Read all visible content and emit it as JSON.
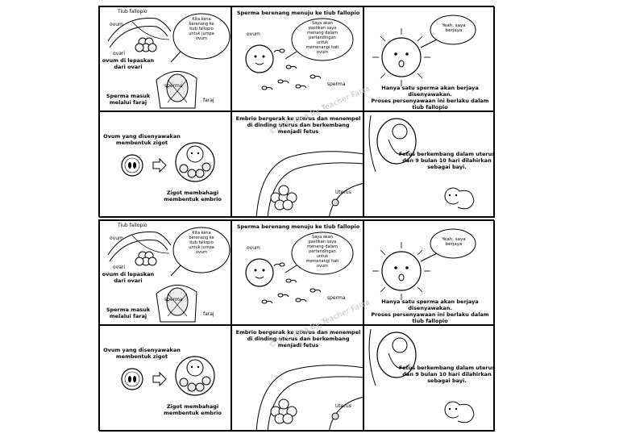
{
  "watermark": "©DPC Idea By Teacher Faiza",
  "p1": {
    "tiub": "Tiub fallopio",
    "ovum_label": "ovum",
    "ovari_label": "ovari",
    "bubble": "Kita kena\nberenang ke\ntiub fallopio\nuntuk jumpa\novum",
    "caption_a": "ovum di lepaskan\ndari ovari",
    "sperma_label": "sperma",
    "faraj_label": "faraj",
    "caption_b": "Sperma masuk\nmelalui faraj"
  },
  "p2": {
    "title": "Sperma berenang menuju ke tiub fallopio",
    "ovum_label": "ovum",
    "bubble": "Saya akan\npastikan saya\nmenang dalam\npertandingan\nuntuk\nmemenangi hati\novum",
    "sperma_label": "sperma"
  },
  "p3": {
    "bubble": "Yeah, saya\nberjaya",
    "caption": "Hanya satu sperma akan berjaya\ndisenyawakan.\nProses persenyawaan ini berlaku dalam\ntiub fallopio"
  },
  "p4": {
    "caption_a": "Ovum yang disenyawakan\nmembentuk zigot",
    "caption_b": "Zigot membahagi\nmembentuk embrio"
  },
  "p5": {
    "caption": "Embrio bergerak ke uterus dan menempel\ndi dinding uterus dan berkembang\nmenjadi fetus",
    "uterus_label": "Uterus"
  },
  "p6": {
    "caption": "Fetus berkembang dalam uterus\ndan 9 bulan 10 hari dilahirkan\nsebagai bayi."
  }
}
